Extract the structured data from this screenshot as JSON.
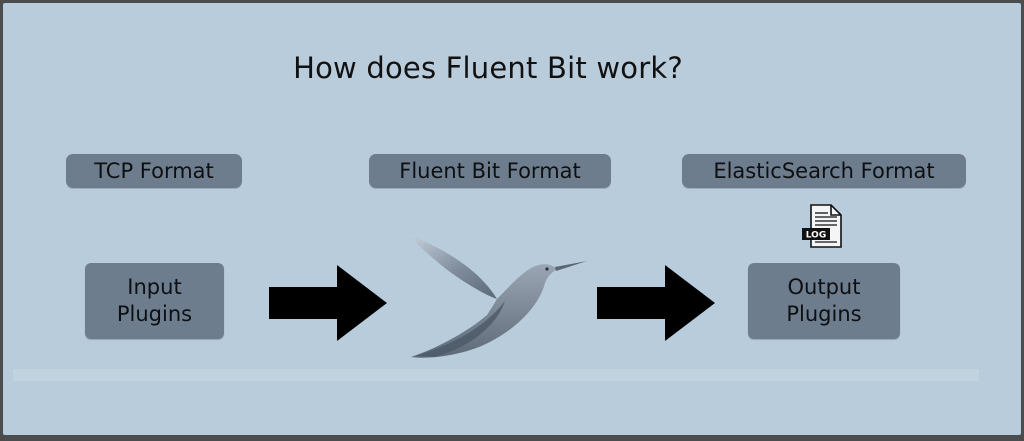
{
  "title": "How does Fluent Bit work?",
  "labels": {
    "tcp_format": "TCP Format",
    "fluent_bit_format": "Fluent Bit Format",
    "elasticsearch_format": "ElasticSearch Format"
  },
  "boxes": {
    "input": "Input\nPlugins",
    "output": "Output\nPlugins"
  },
  "icons": {
    "log_text": "LOG",
    "bird": "hummingbird-icon",
    "arrow": "right-arrow-icon",
    "document": "log-file-icon"
  },
  "colors": {
    "background": "#b9ccdb",
    "box_fill": "#6e7d8d",
    "arrow": "#000000"
  }
}
